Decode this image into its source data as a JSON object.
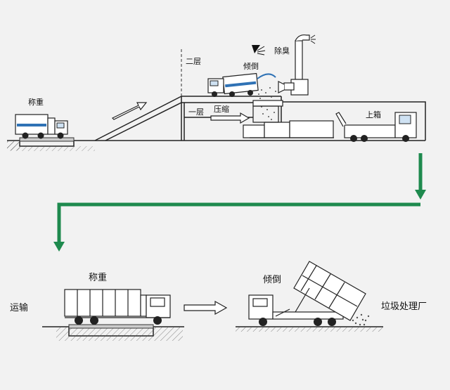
{
  "labels": {
    "weigh_top": "称重",
    "second_floor": "二层",
    "dump_top": "倾倒",
    "deodorize": "除臭",
    "first_floor": "一层",
    "compress": "压缩",
    "load_box": "上箱",
    "weigh_bottom": "称重",
    "dump_bottom": "倾倒",
    "transport": "运输",
    "plant": "垃圾处理厂"
  },
  "colors": {
    "flow_green": "#1e8a4e",
    "truck_blue": "#2f72b5",
    "line_dark": "#222222",
    "background": "#f2f2f2"
  }
}
